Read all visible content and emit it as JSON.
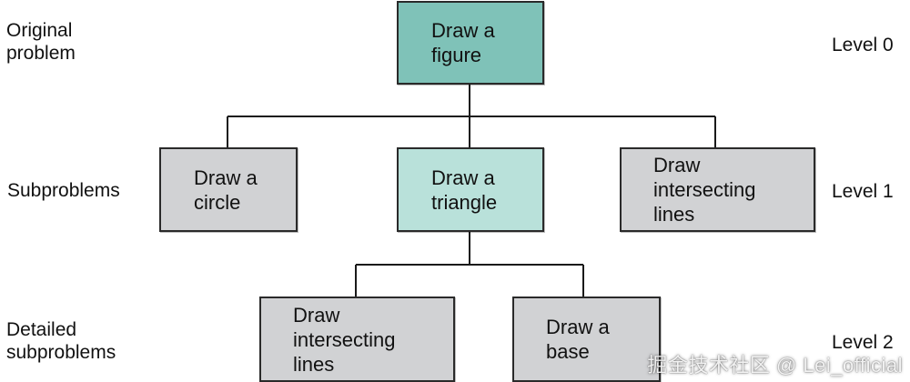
{
  "colors": {
    "root_fill": "#7fc2b8",
    "highlight_fill": "#b9e1da",
    "box_fill": "#d1d2d4",
    "line": "#1a1a1a"
  },
  "labels_left": {
    "original": "Original\nproblem",
    "subproblems": "Subproblems",
    "detailed": "Detailed\nsubproblems"
  },
  "levels": {
    "level0": "Level 0",
    "level1": "Level 1",
    "level2": "Level 2"
  },
  "nodes": {
    "root": "Draw a\nfigure",
    "circle": "Draw a\ncircle",
    "triangle": "Draw a\ntriangle",
    "intersect1": "Draw\nintersecting\nlines",
    "intersect2": "Draw\nintersecting\nlines",
    "base": "Draw a\nbase"
  },
  "watermark": "掘金技术社区 @ Lei_official"
}
